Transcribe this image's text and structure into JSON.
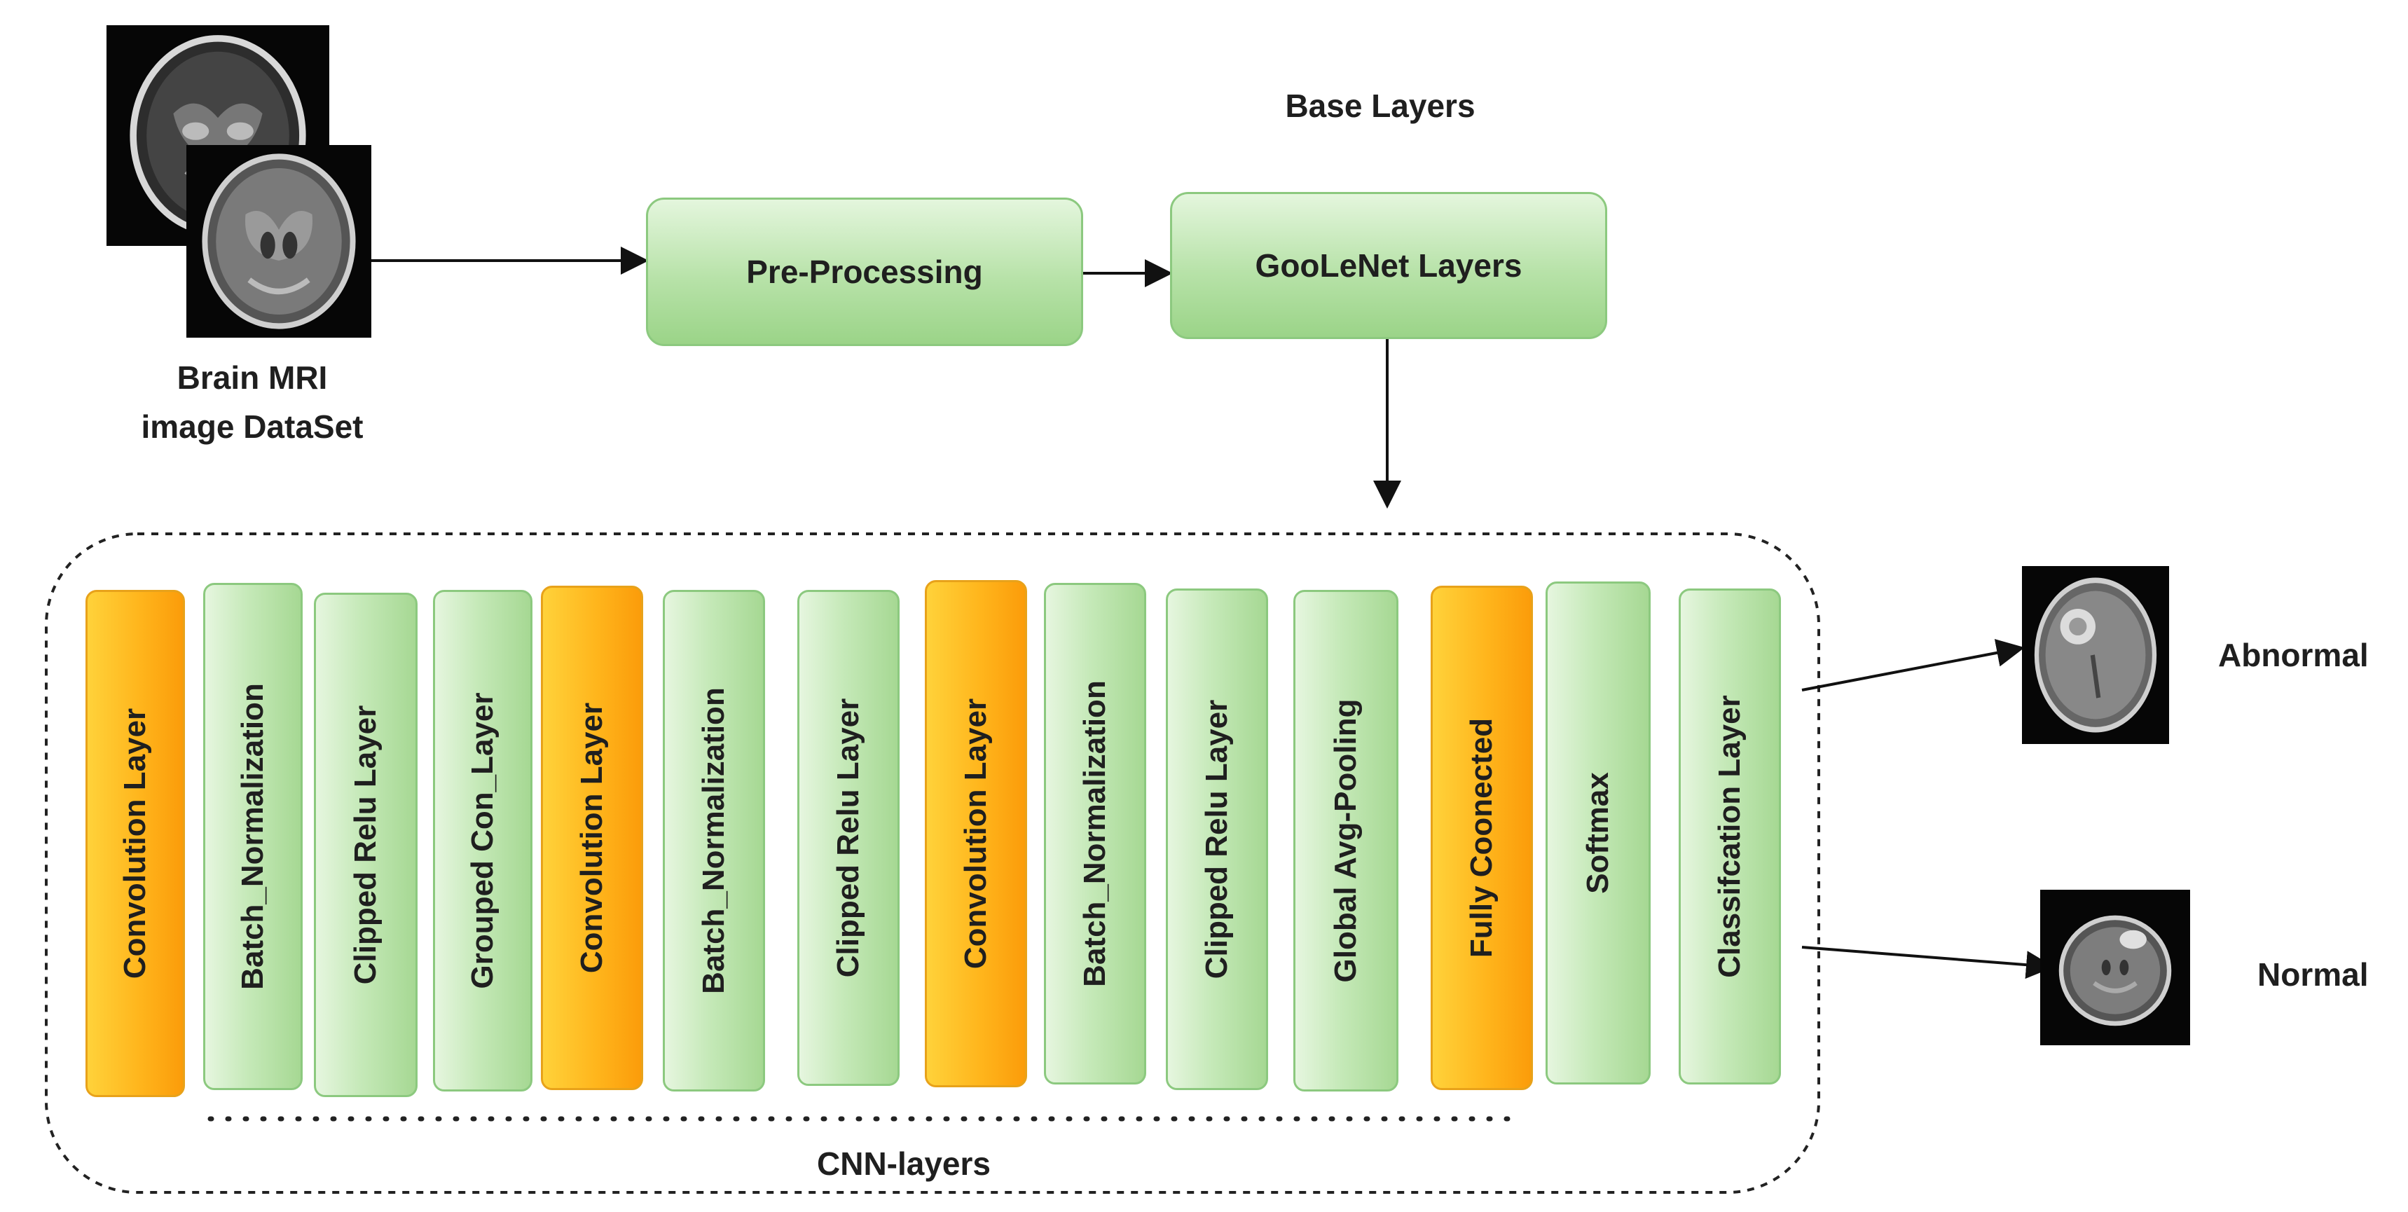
{
  "base_layers_label": "Base Layers",
  "dataset": {
    "label_line1": "Brain MRI",
    "label_line2": "image DataSet"
  },
  "pipeline": {
    "preprocessing": "Pre-Processing",
    "googlenet": "GooLeNet Layers"
  },
  "cnn": {
    "group_label": "CNN-layers",
    "layers": [
      {
        "label": "Convolution Layer",
        "kind": "convolution",
        "color": "#ffb51c"
      },
      {
        "label": "Batch_Normalization",
        "kind": "normalization",
        "color": "#b7e2a8"
      },
      {
        "label": "Clipped Relu Layer",
        "kind": "activation",
        "color": "#b7e2a8"
      },
      {
        "label": "Grouped Con_Layer",
        "kind": "grouped-convolution",
        "color": "#b7e2a8"
      },
      {
        "label": "Convolution Layer",
        "kind": "convolution",
        "color": "#ffb51c"
      },
      {
        "label": "Batch_Normalization",
        "kind": "normalization",
        "color": "#b7e2a8"
      },
      {
        "label": "Clipped Relu Layer",
        "kind": "activation",
        "color": "#b7e2a8"
      },
      {
        "label": "Convolution Layer",
        "kind": "convolution",
        "color": "#ffb51c"
      },
      {
        "label": "Batch_Normalization",
        "kind": "normalization",
        "color": "#b7e2a8"
      },
      {
        "label": "Clipped Relu Layer",
        "kind": "activation",
        "color": "#b7e2a8"
      },
      {
        "label": "Global Avg-Pooling",
        "kind": "pooling",
        "color": "#b7e2a8"
      },
      {
        "label": "Fully Coonected",
        "kind": "fully-connected",
        "color": "#ffb51c"
      },
      {
        "label": "Softmax",
        "kind": "softmax",
        "color": "#b7e2a8"
      },
      {
        "label": "Classifcation Layer",
        "kind": "classification",
        "color": "#b7e2a8"
      }
    ]
  },
  "outputs": {
    "abnormal": "Abnormal",
    "normal": "Normal"
  },
  "colors": {
    "green_box": "#b7e2a8",
    "orange_box": "#ffb51c",
    "stroke": "#111111"
  }
}
